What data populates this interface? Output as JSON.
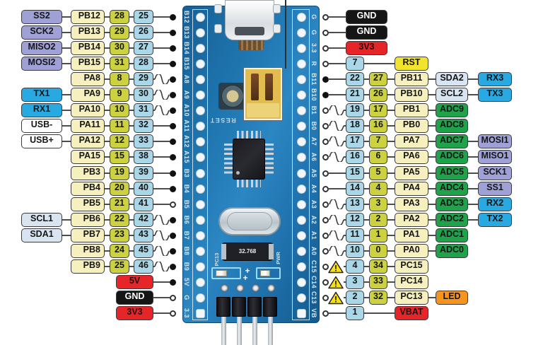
{
  "colors": {
    "lavender": "#9fa1d6",
    "pale_yellow": "#f5f0bd",
    "olive": "#ccd23f",
    "light_blue": "#a9d7e8",
    "bright_blue": "#29a9e1",
    "white": "#ffffff",
    "pale_grey_blue": "#d9e4f1",
    "green": "#1fa24a",
    "red": "#e52528",
    "black": "#151515",
    "yellow": "#f2e32c",
    "orange": "#f7941d",
    "wire": "#4d4d4d"
  },
  "left_rows": [
    {
      "label": "SS2",
      "label_color": "lavender",
      "port": "PB12",
      "mcu": "28",
      "pin": "25",
      "end": "dot"
    },
    {
      "label": "SCK2",
      "label_color": "lavender",
      "port": "PB13",
      "mcu": "29",
      "pin": "26",
      "end": "dot"
    },
    {
      "label": "MISO2",
      "label_color": "lavender",
      "port": "PB14",
      "mcu": "30",
      "pin": "27",
      "end": "dot"
    },
    {
      "label": "MOSI2",
      "label_color": "lavender",
      "port": "PB15",
      "mcu": "31",
      "pin": "28",
      "end": "dot"
    },
    {
      "port": "PA8",
      "mcu": "8",
      "pin": "29",
      "pwm": true,
      "end": "dot"
    },
    {
      "label": "TX1",
      "label_color": "bright_blue",
      "port": "PA9",
      "mcu": "9",
      "pin": "30",
      "pwm": true,
      "end": "dot"
    },
    {
      "label": "RX1",
      "label_color": "bright_blue",
      "port": "PA10",
      "mcu": "10",
      "pin": "31",
      "pwm": true,
      "end": "dot"
    },
    {
      "label": "USB-",
      "label_color": "white",
      "port": "PA11",
      "mcu": "11",
      "pin": "32",
      "end": "dot"
    },
    {
      "label": "USB+",
      "label_color": "white",
      "port": "PA12",
      "mcu": "12",
      "pin": "33",
      "end": "dot"
    },
    {
      "port": "PA15",
      "mcu": "15",
      "pin": "38",
      "end": "dot"
    },
    {
      "port": "PB3",
      "mcu": "19",
      "pin": "39",
      "end": "dot"
    },
    {
      "port": "PB4",
      "mcu": "20",
      "pin": "40",
      "end": "dot"
    },
    {
      "port": "PB5",
      "mcu": "21",
      "pin": "41",
      "end": "circle"
    },
    {
      "label": "SCL1",
      "label_color": "pale_grey_blue",
      "port": "PB6",
      "mcu": "22",
      "pin": "42",
      "pwm": true,
      "end": "dot"
    },
    {
      "label": "SDA1",
      "label_color": "pale_grey_blue",
      "port": "PB7",
      "mcu": "23",
      "pin": "43",
      "pwm": true,
      "end": "dot"
    },
    {
      "port": "PB8",
      "mcu": "24",
      "pin": "45",
      "pwm": true,
      "end": "dot"
    },
    {
      "port": "PB9",
      "mcu": "25",
      "pin": "46",
      "pwm": true,
      "end": "dot"
    },
    {
      "power": "5V",
      "power_color": "red",
      "end": "dot"
    },
    {
      "power": "GND",
      "power_color": "black",
      "end": "circle"
    },
    {
      "power": "3V3",
      "power_color": "red",
      "end": "circle"
    }
  ],
  "right_rows": [
    {
      "power": "GND",
      "power_color": "black",
      "end": "circle"
    },
    {
      "power": "GND",
      "power_color": "black",
      "end": "circle"
    },
    {
      "power": "3V3",
      "power_color": "red",
      "end": "circle"
    },
    {
      "pin": "7",
      "name": "RST",
      "name_color": "yellow",
      "end": "circle"
    },
    {
      "pin": "22",
      "mcu": "27",
      "name": "PB11",
      "alt": "SDA2",
      "alt_color": "pale_grey_blue",
      "ext": "RX3",
      "ext_color": "bright_blue",
      "end": "dot"
    },
    {
      "pin": "21",
      "mcu": "26",
      "name": "PB10",
      "alt": "SCL2",
      "alt_color": "pale_grey_blue",
      "ext": "TX3",
      "ext_color": "bright_blue",
      "end": "dot"
    },
    {
      "pin": "19",
      "mcu": "17",
      "name": "PB1",
      "alt": "ADC9",
      "alt_color": "green",
      "pwm": true,
      "end": "circle"
    },
    {
      "pin": "18",
      "mcu": "16",
      "name": "PB0",
      "alt": "ADC8",
      "alt_color": "green",
      "pwm": true,
      "end": "circle"
    },
    {
      "pin": "17",
      "mcu": "7",
      "name": "PA7",
      "alt": "ADC7",
      "alt_color": "green",
      "ext": "MOSI1",
      "ext_color": "lavender",
      "pwm": true,
      "end": "circle"
    },
    {
      "pin": "16",
      "mcu": "6",
      "name": "PA6",
      "alt": "ADC6",
      "alt_color": "green",
      "ext": "MISO1",
      "ext_color": "lavender",
      "pwm": true,
      "end": "circle"
    },
    {
      "pin": "15",
      "mcu": "5",
      "name": "PA5",
      "alt": "ADC5",
      "alt_color": "green",
      "ext": "SCK1",
      "ext_color": "lavender",
      "end": "circle"
    },
    {
      "pin": "14",
      "mcu": "4",
      "name": "PA4",
      "alt": "ADC4",
      "alt_color": "green",
      "ext": "SS1",
      "ext_color": "lavender",
      "end": "circle"
    },
    {
      "pin": "13",
      "mcu": "3",
      "name": "PA3",
      "alt": "ADC3",
      "alt_color": "green",
      "ext": "RX2",
      "ext_color": "bright_blue",
      "pwm": true,
      "end": "circle"
    },
    {
      "pin": "12",
      "mcu": "2",
      "name": "PA2",
      "alt": "ADC2",
      "alt_color": "green",
      "ext": "TX2",
      "ext_color": "bright_blue",
      "pwm": true,
      "end": "circle"
    },
    {
      "pin": "11",
      "mcu": "1",
      "name": "PA1",
      "alt": "ADC1",
      "alt_color": "green",
      "pwm": true,
      "end": "circle"
    },
    {
      "pin": "10",
      "mcu": "0",
      "name": "PA0",
      "alt": "ADC0",
      "alt_color": "green",
      "pwm": true,
      "end": "circle"
    },
    {
      "pin": "4",
      "mcu": "34",
      "name": "PC15",
      "warn": true,
      "end": "circle"
    },
    {
      "pin": "3",
      "mcu": "33",
      "name": "PC14",
      "warn": true,
      "end": "circle"
    },
    {
      "pin": "2",
      "mcu": "32",
      "name": "PC13",
      "alt": "LED",
      "alt_color": "orange",
      "warn": true,
      "end": "circle"
    },
    {
      "pin": "1",
      "name": "VBAT",
      "name_color": "red",
      "end": "circle"
    }
  ],
  "board": {
    "left_silkscreen": [
      "B12",
      "B13",
      "B14",
      "B15",
      "A8",
      "A9",
      "A10",
      "A11",
      "A12",
      "A15",
      "B3",
      "B4",
      "B5",
      "B6",
      "B7",
      "B8",
      "B9",
      "5V",
      "G",
      "3.3"
    ],
    "right_silkscreen": [
      "G",
      "G",
      "3.3",
      "R",
      "B11",
      "B10",
      "B1",
      "B0",
      "A7",
      "A6",
      "A5",
      "A4",
      "A3",
      "A2",
      "A1",
      "A0",
      "C15",
      "C14",
      "C13",
      "VB"
    ],
    "reset_label": "RESET",
    "lse_label": "32.768",
    "pc13_label": "PC13",
    "pwr_label": "PWR",
    "plus_marks": "+ +"
  }
}
